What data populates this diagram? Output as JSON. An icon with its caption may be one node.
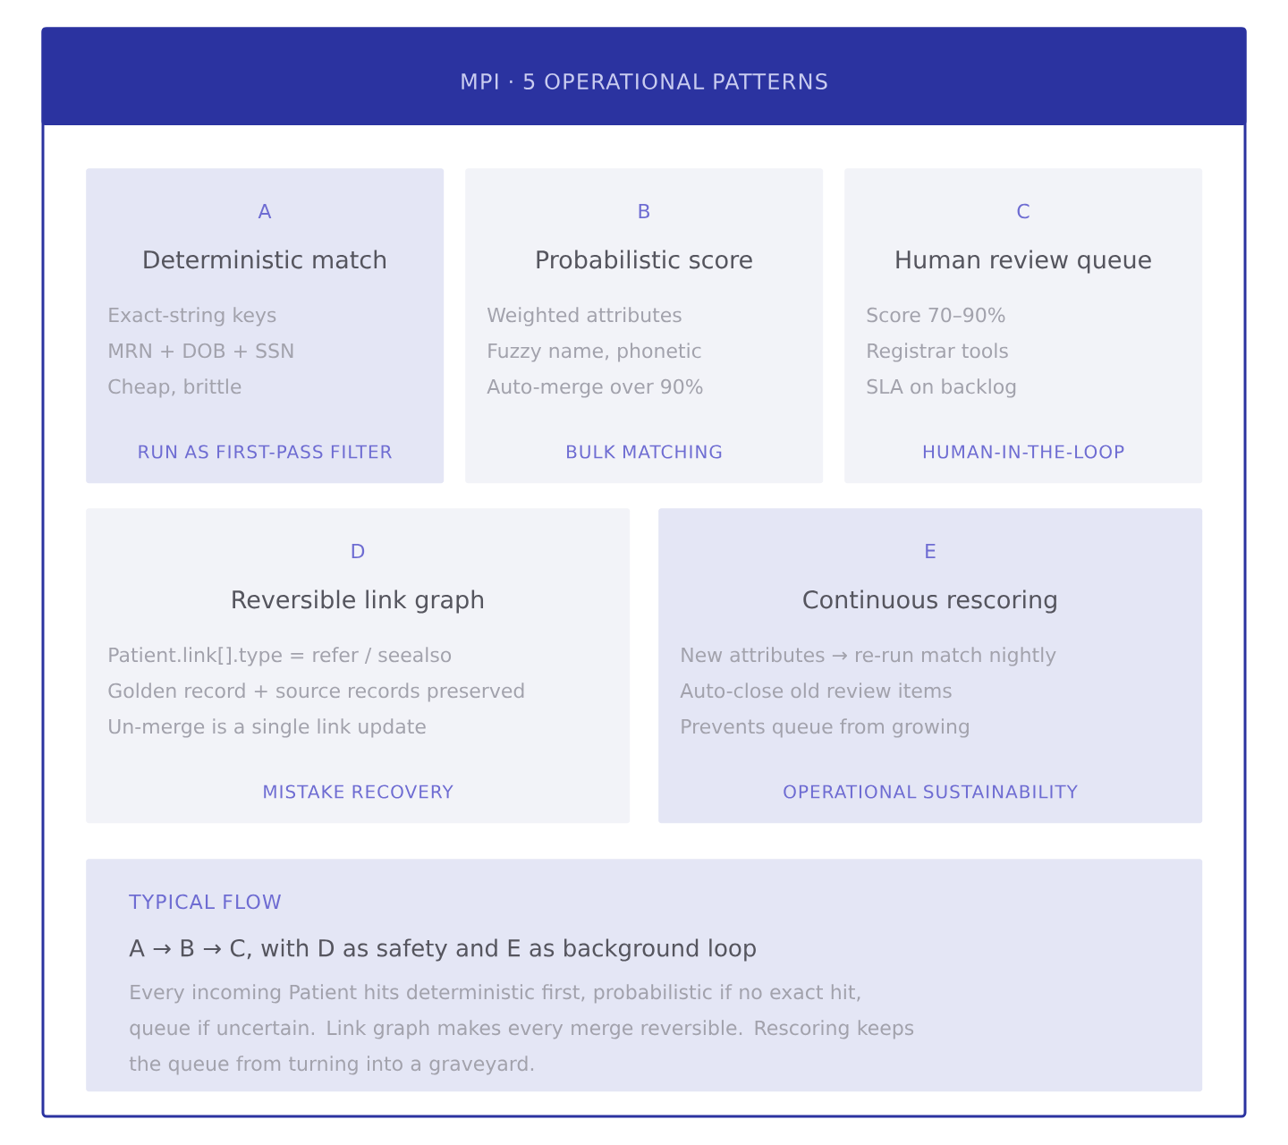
{
  "diagram": {
    "title": "MPI · 5 OPERATIONAL PATTERNS",
    "nodes": [
      {
        "text": [
          "A",
          "Deterministic match",
          "Exact-string keys",
          "MRN + DOB + SSN",
          "Cheap, brittle",
          "RUN AS FIRST-PASS FILTER"
        ]
      },
      {
        "text": [
          "B",
          "Probabilistic score",
          "Weighted attributes",
          "Fuzzy name, phonetic",
          "Auto-merge over 90%",
          "BULK MATCHING"
        ]
      },
      {
        "text": [
          "C",
          "Human review queue",
          "Score 70–90%",
          "Registrar tools",
          "SLA on backlog",
          "HUMAN-IN-THE-LOOP"
        ]
      },
      {
        "text": [
          "D",
          "Reversible link graph",
          "Patient.link[].type = refer / seealso",
          "Golden record + source records preserved",
          "Un-merge is a single link update",
          "MISTAKE RECOVERY"
        ]
      },
      {
        "text": [
          "E",
          "Continuous rescoring",
          "New attributes → re-run match nightly",
          "Auto-close old review items",
          "Prevents queue from growing",
          "OPERATIONAL SUSTAINABILITY"
        ]
      },
      {
        "text": [
          "TYPICAL FLOW",
          "A → B → C, with D as safety and E as background loop",
          "Every incoming Patient hits deterministic first, probabilistic if no exact hit, queue if uncertain. Link graph makes every merge reversible. Rescoring keeps the queue from turning into a graveyard."
        ]
      }
    ]
  }
}
